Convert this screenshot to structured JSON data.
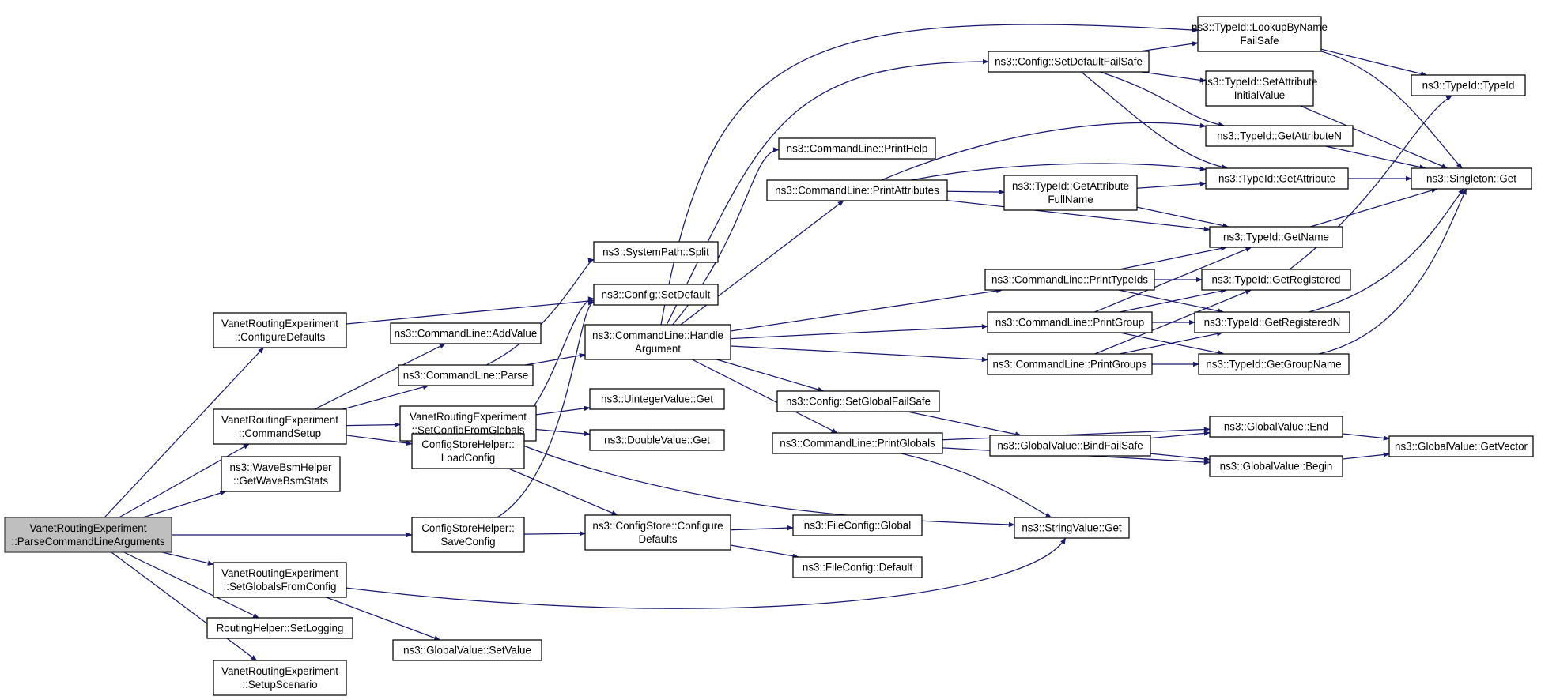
{
  "graph": {
    "title": "",
    "colors": {
      "edge": "#191970",
      "node_border": "#000000",
      "root_fill": "#bfbfbf",
      "node_fill": "#ffffff"
    },
    "nodes": [
      {
        "id": "parse_args",
        "lines": [
          "VanetRoutingExperiment",
          "::ParseCommandLineArguments"
        ],
        "root": true
      },
      {
        "id": "configure_defaults",
        "lines": [
          "VanetRoutingExperiment",
          "::ConfigureDefaults"
        ]
      },
      {
        "id": "command_setup",
        "lines": [
          "VanetRoutingExperiment",
          "::CommandSetup"
        ]
      },
      {
        "id": "wave_bsm_stats",
        "lines": [
          "ns3::WaveBsmHelper",
          "::GetWaveBsmStats"
        ]
      },
      {
        "id": "set_globals_from_config",
        "lines": [
          "VanetRoutingExperiment",
          "::SetGlobalsFromConfig"
        ]
      },
      {
        "id": "routing_set_logging",
        "lines": [
          "RoutingHelper::SetLogging"
        ]
      },
      {
        "id": "setup_scenario",
        "lines": [
          "VanetRoutingExperiment",
          "::SetupScenario"
        ]
      },
      {
        "id": "cl_add_value",
        "lines": [
          "ns3::CommandLine::AddValue"
        ]
      },
      {
        "id": "cl_parse",
        "lines": [
          "ns3::CommandLine::Parse"
        ]
      },
      {
        "id": "set_config_from_globals",
        "lines": [
          "VanetRoutingExperiment",
          "::SetConfigFromGlobals"
        ]
      },
      {
        "id": "cs_load_config",
        "lines": [
          "ConfigStoreHelper::",
          "LoadConfig"
        ]
      },
      {
        "id": "cs_save_config",
        "lines": [
          "ConfigStoreHelper::",
          "SaveConfig"
        ]
      },
      {
        "id": "gv_set_value",
        "lines": [
          "ns3::GlobalValue::SetValue"
        ]
      },
      {
        "id": "syspath_split",
        "lines": [
          "ns3::SystemPath::Split"
        ]
      },
      {
        "id": "config_set_default",
        "lines": [
          "ns3::Config::SetDefault"
        ]
      },
      {
        "id": "cl_handle_argument",
        "lines": [
          "ns3::CommandLine::Handle",
          "Argument"
        ]
      },
      {
        "id": "uinteger_get",
        "lines": [
          "ns3::UintegerValue::Get"
        ]
      },
      {
        "id": "double_get",
        "lines": [
          "ns3::DoubleValue::Get"
        ]
      },
      {
        "id": "configstore_configure_defaults",
        "lines": [
          "ns3::ConfigStore::Configure",
          "Defaults"
        ]
      },
      {
        "id": "fileconfig_global",
        "lines": [
          "ns3::FileConfig::Global"
        ]
      },
      {
        "id": "fileconfig_default",
        "lines": [
          "ns3::FileConfig::Default"
        ]
      },
      {
        "id": "cl_print_help",
        "lines": [
          "ns3::CommandLine::PrintHelp"
        ]
      },
      {
        "id": "cl_print_attributes",
        "lines": [
          "ns3::CommandLine::PrintAttributes"
        ]
      },
      {
        "id": "config_set_global_failsafe",
        "lines": [
          "ns3::Config::SetGlobalFailSafe"
        ]
      },
      {
        "id": "cl_print_globals",
        "lines": [
          "ns3::CommandLine::PrintGlobals"
        ]
      },
      {
        "id": "config_set_default_failsafe",
        "lines": [
          "ns3::Config::SetDefaultFailSafe"
        ]
      },
      {
        "id": "typeid_get_attribute_fullname",
        "lines": [
          "ns3::TypeId::GetAttribute",
          "FullName"
        ]
      },
      {
        "id": "cl_print_typeids",
        "lines": [
          "ns3::CommandLine::PrintTypeIds"
        ]
      },
      {
        "id": "cl_print_group",
        "lines": [
          "ns3::CommandLine::PrintGroup"
        ]
      },
      {
        "id": "cl_print_groups",
        "lines": [
          "ns3::CommandLine::PrintGroups"
        ]
      },
      {
        "id": "gv_bind_failsafe",
        "lines": [
          "ns3::GlobalValue::BindFailSafe"
        ]
      },
      {
        "id": "stringvalue_get",
        "lines": [
          "ns3::StringValue::Get"
        ]
      },
      {
        "id": "typeid_lookup_by_name_failsafe",
        "lines": [
          "ns3::TypeId::LookupByName",
          "FailSafe"
        ]
      },
      {
        "id": "typeid_set_attribute_initial_value",
        "lines": [
          "ns3::TypeId::SetAttribute",
          "InitialValue"
        ]
      },
      {
        "id": "typeid_get_attribute_n",
        "lines": [
          "ns3::TypeId::GetAttributeN"
        ]
      },
      {
        "id": "typeid_get_attribute",
        "lines": [
          "ns3::TypeId::GetAttribute"
        ]
      },
      {
        "id": "typeid_get_name",
        "lines": [
          "ns3::TypeId::GetName"
        ]
      },
      {
        "id": "typeid_get_registered",
        "lines": [
          "ns3::TypeId::GetRegistered"
        ]
      },
      {
        "id": "typeid_get_registered_n",
        "lines": [
          "ns3::TypeId::GetRegisteredN"
        ]
      },
      {
        "id": "typeid_get_group_name",
        "lines": [
          "ns3::TypeId::GetGroupName"
        ]
      },
      {
        "id": "gv_end",
        "lines": [
          "ns3::GlobalValue::End"
        ]
      },
      {
        "id": "gv_begin",
        "lines": [
          "ns3::GlobalValue::Begin"
        ]
      },
      {
        "id": "typeid_typeid",
        "lines": [
          "ns3::TypeId::TypeId"
        ]
      },
      {
        "id": "singleton_get",
        "lines": [
          "ns3::Singleton::Get"
        ]
      },
      {
        "id": "gv_get_vector",
        "lines": [
          "ns3::GlobalValue::GetVector"
        ]
      }
    ],
    "edges": [
      [
        "parse_args",
        "configure_defaults"
      ],
      [
        "parse_args",
        "command_setup"
      ],
      [
        "parse_args",
        "wave_bsm_stats"
      ],
      [
        "parse_args",
        "cs_save_config"
      ],
      [
        "parse_args",
        "set_globals_from_config"
      ],
      [
        "parse_args",
        "routing_set_logging"
      ],
      [
        "parse_args",
        "setup_scenario"
      ],
      [
        "configure_defaults",
        "config_set_default"
      ],
      [
        "command_setup",
        "cl_add_value"
      ],
      [
        "command_setup",
        "cl_parse"
      ],
      [
        "command_setup",
        "set_config_from_globals"
      ],
      [
        "command_setup",
        "cs_load_config"
      ],
      [
        "set_globals_from_config",
        "stringvalue_get"
      ],
      [
        "set_globals_from_config",
        "gv_set_value"
      ],
      [
        "cl_parse",
        "syspath_split"
      ],
      [
        "cl_parse",
        "cl_handle_argument"
      ],
      [
        "set_config_from_globals",
        "uinteger_get"
      ],
      [
        "set_config_from_globals",
        "double_get"
      ],
      [
        "set_config_from_globals",
        "stringvalue_get"
      ],
      [
        "cs_load_config",
        "config_set_default"
      ],
      [
        "cs_load_config",
        "configstore_configure_defaults"
      ],
      [
        "cs_save_config",
        "config_set_default"
      ],
      [
        "cs_save_config",
        "configstore_configure_defaults"
      ],
      [
        "configstore_configure_defaults",
        "fileconfig_global"
      ],
      [
        "configstore_configure_defaults",
        "fileconfig_default"
      ],
      [
        "cl_handle_argument",
        "cl_print_help"
      ],
      [
        "cl_handle_argument",
        "cl_print_attributes"
      ],
      [
        "cl_handle_argument",
        "config_set_default_failsafe"
      ],
      [
        "cl_handle_argument",
        "typeid_lookup_by_name_failsafe"
      ],
      [
        "cl_handle_argument",
        "cl_print_typeids"
      ],
      [
        "cl_handle_argument",
        "cl_print_group"
      ],
      [
        "cl_handle_argument",
        "cl_print_groups"
      ],
      [
        "cl_handle_argument",
        "config_set_global_failsafe"
      ],
      [
        "cl_handle_argument",
        "cl_print_globals"
      ],
      [
        "cl_print_attributes",
        "typeid_get_attribute_n"
      ],
      [
        "cl_print_attributes",
        "typeid_get_attribute"
      ],
      [
        "cl_print_attributes",
        "typeid_get_attribute_fullname"
      ],
      [
        "cl_print_attributes",
        "typeid_get_name"
      ],
      [
        "typeid_get_attribute_fullname",
        "typeid_get_attribute"
      ],
      [
        "typeid_get_attribute_fullname",
        "typeid_get_name"
      ],
      [
        "cl_print_typeids",
        "typeid_get_name"
      ],
      [
        "cl_print_typeids",
        "typeid_get_registered"
      ],
      [
        "cl_print_typeids",
        "typeid_get_registered_n"
      ],
      [
        "cl_print_group",
        "typeid_get_name"
      ],
      [
        "cl_print_group",
        "typeid_get_registered"
      ],
      [
        "cl_print_group",
        "typeid_get_registered_n"
      ],
      [
        "cl_print_group",
        "typeid_get_group_name"
      ],
      [
        "cl_print_groups",
        "typeid_get_registered"
      ],
      [
        "cl_print_groups",
        "typeid_get_registered_n"
      ],
      [
        "cl_print_groups",
        "typeid_get_group_name"
      ],
      [
        "config_set_global_failsafe",
        "gv_bind_failsafe"
      ],
      [
        "cl_print_globals",
        "gv_end"
      ],
      [
        "cl_print_globals",
        "gv_begin"
      ],
      [
        "cl_print_globals",
        "stringvalue_get"
      ],
      [
        "gv_bind_failsafe",
        "gv_end"
      ],
      [
        "gv_bind_failsafe",
        "gv_begin"
      ],
      [
        "config_set_default_failsafe",
        "typeid_lookup_by_name_failsafe"
      ],
      [
        "config_set_default_failsafe",
        "typeid_set_attribute_initial_value"
      ],
      [
        "config_set_default_failsafe",
        "typeid_get_attribute_n"
      ],
      [
        "config_set_default_failsafe",
        "typeid_get_attribute"
      ],
      [
        "typeid_lookup_by_name_failsafe",
        "typeid_typeid"
      ],
      [
        "typeid_lookup_by_name_failsafe",
        "singleton_get"
      ],
      [
        "typeid_set_attribute_initial_value",
        "singleton_get"
      ],
      [
        "typeid_get_attribute_n",
        "singleton_get"
      ],
      [
        "typeid_get_attribute",
        "singleton_get"
      ],
      [
        "typeid_get_name",
        "singleton_get"
      ],
      [
        "typeid_get_registered",
        "typeid_typeid"
      ],
      [
        "typeid_get_registered_n",
        "singleton_get"
      ],
      [
        "typeid_get_group_name",
        "singleton_get"
      ],
      [
        "gv_end",
        "gv_get_vector"
      ],
      [
        "gv_begin",
        "gv_get_vector"
      ]
    ]
  }
}
